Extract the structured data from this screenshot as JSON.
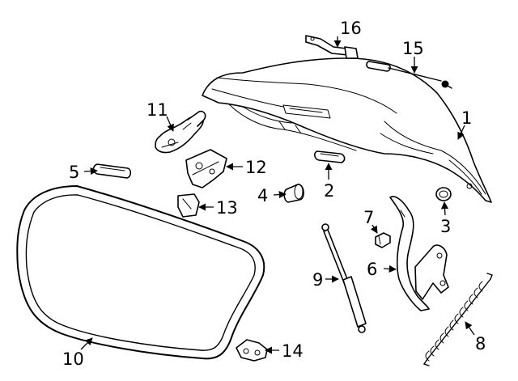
{
  "callouts": [
    "1",
    "2",
    "3",
    "4",
    "5",
    "6",
    "7",
    "8",
    "9",
    "10",
    "11",
    "12",
    "13",
    "14",
    "15",
    "16"
  ],
  "colors": {
    "ink": "#000000",
    "paper": "#ffffff"
  }
}
